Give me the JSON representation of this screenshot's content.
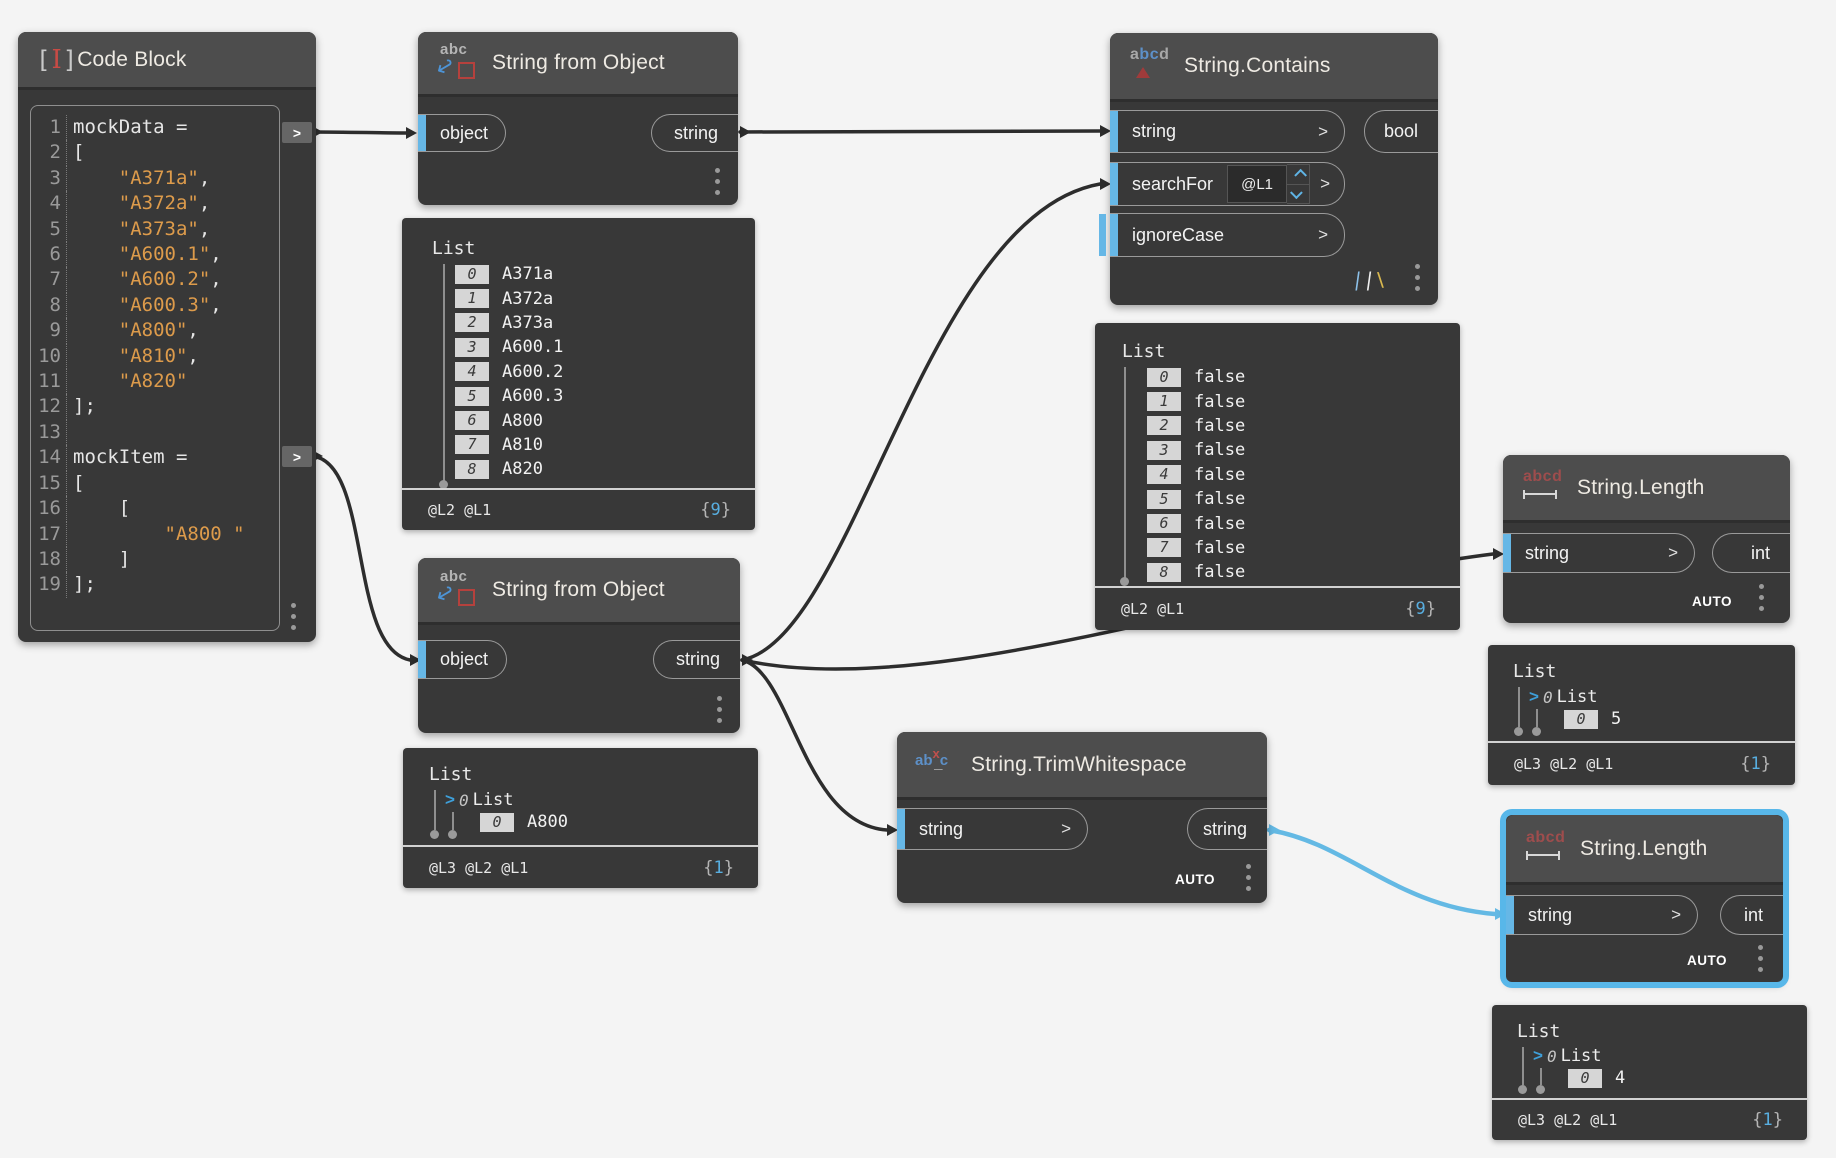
{
  "ui": {
    "chevron": ">",
    "list_label": "List",
    "open_brace": "{",
    "close_brace": "}"
  },
  "nodes": {
    "code_block": {
      "title": "Code Block",
      "icon_left": "[",
      "icon_mid": "I",
      "icon_right": "]",
      "out_button": ">",
      "code_lines": [
        {
          "n": "1",
          "parts": [
            {
              "t": "mockData =",
              "c": "plain"
            }
          ]
        },
        {
          "n": "2",
          "parts": [
            {
              "t": "[",
              "c": "plain"
            }
          ]
        },
        {
          "n": "3",
          "parts": [
            {
              "t": "    ",
              "c": "plain"
            },
            {
              "t": "\"A371a\"",
              "c": "string"
            },
            {
              "t": ",",
              "c": "plain"
            }
          ]
        },
        {
          "n": "4",
          "parts": [
            {
              "t": "    ",
              "c": "plain"
            },
            {
              "t": "\"A372a\"",
              "c": "string"
            },
            {
              "t": ",",
              "c": "plain"
            }
          ]
        },
        {
          "n": "5",
          "parts": [
            {
              "t": "    ",
              "c": "plain"
            },
            {
              "t": "\"A373a\"",
              "c": "string"
            },
            {
              "t": ",",
              "c": "plain"
            }
          ]
        },
        {
          "n": "6",
          "parts": [
            {
              "t": "    ",
              "c": "plain"
            },
            {
              "t": "\"A600.1\"",
              "c": "string"
            },
            {
              "t": ",",
              "c": "plain"
            }
          ]
        },
        {
          "n": "7",
          "parts": [
            {
              "t": "    ",
              "c": "plain"
            },
            {
              "t": "\"A600.2\"",
              "c": "string"
            },
            {
              "t": ",",
              "c": "plain"
            }
          ]
        },
        {
          "n": "8",
          "parts": [
            {
              "t": "    ",
              "c": "plain"
            },
            {
              "t": "\"A600.3\"",
              "c": "string"
            },
            {
              "t": ",",
              "c": "plain"
            }
          ]
        },
        {
          "n": "9",
          "parts": [
            {
              "t": "    ",
              "c": "plain"
            },
            {
              "t": "\"A800\"",
              "c": "string"
            },
            {
              "t": ",",
              "c": "plain"
            }
          ]
        },
        {
          "n": "10",
          "parts": [
            {
              "t": "    ",
              "c": "plain"
            },
            {
              "t": "\"A810\"",
              "c": "string"
            },
            {
              "t": ",",
              "c": "plain"
            }
          ]
        },
        {
          "n": "11",
          "parts": [
            {
              "t": "    ",
              "c": "plain"
            },
            {
              "t": "\"A820\"",
              "c": "string"
            }
          ]
        },
        {
          "n": "12",
          "parts": [
            {
              "t": "];",
              "c": "plain"
            }
          ]
        },
        {
          "n": "13",
          "parts": []
        },
        {
          "n": "14",
          "parts": [
            {
              "t": "mockItem =",
              "c": "plain"
            }
          ]
        },
        {
          "n": "15",
          "parts": [
            {
              "t": "[",
              "c": "plain"
            }
          ]
        },
        {
          "n": "16",
          "parts": [
            {
              "t": "    [",
              "c": "plain"
            }
          ]
        },
        {
          "n": "17",
          "parts": [
            {
              "t": "        ",
              "c": "plain"
            },
            {
              "t": "\"A800 \"",
              "c": "string"
            }
          ]
        },
        {
          "n": "18",
          "parts": [
            {
              "t": "    ]",
              "c": "plain"
            }
          ]
        },
        {
          "n": "19",
          "parts": [
            {
              "t": "];",
              "c": "plain"
            }
          ]
        }
      ]
    },
    "sfo1": {
      "title": "String from Object",
      "icon_text": "abc",
      "input": "object",
      "output": "string"
    },
    "sfo2": {
      "title": "String from Object",
      "icon_text": "abc",
      "input": "object",
      "output": "string"
    },
    "contains": {
      "title": "String.Contains",
      "icon_a": "a",
      "icon_b": "b",
      "icon_c": "c",
      "icon_d": "d",
      "in_string": "string",
      "in_search": "searchFor",
      "search_value": "@L1",
      "in_ignore": "ignoreCase",
      "output": "bool",
      "lacing_bar1": "|",
      "lacing_bar2": "|",
      "lacing_slash": "\\"
    },
    "length1": {
      "title": "String.Length",
      "icon_text": "abcd",
      "input": "string",
      "output": "int",
      "footer": "AUTO"
    },
    "length2": {
      "title": "String.Length",
      "icon_text": "abcd",
      "input": "string",
      "output": "int",
      "footer": "AUTO"
    },
    "trim": {
      "title": "String.TrimWhitespace",
      "icon_ab": "ab",
      "icon_x": "x",
      "icon_c": "c",
      "icon_underscore": "_",
      "input": "string",
      "output": "string",
      "footer": "AUTO"
    }
  },
  "bubbles": {
    "b1": {
      "root": "List",
      "rows": [
        {
          "i": "0",
          "v": "A371a"
        },
        {
          "i": "1",
          "v": "A372a"
        },
        {
          "i": "2",
          "v": "A373a"
        },
        {
          "i": "3",
          "v": "A600.1"
        },
        {
          "i": "4",
          "v": "A600.2"
        },
        {
          "i": "5",
          "v": "A600.3"
        },
        {
          "i": "6",
          "v": "A800"
        },
        {
          "i": "7",
          "v": "A810"
        },
        {
          "i": "8",
          "v": "A820"
        }
      ],
      "levels": "@L2 @L1",
      "count": "9"
    },
    "b_false": {
      "root": "List",
      "rows": [
        {
          "i": "0",
          "v": "false"
        },
        {
          "i": "1",
          "v": "false"
        },
        {
          "i": "2",
          "v": "false"
        },
        {
          "i": "3",
          "v": "false"
        },
        {
          "i": "4",
          "v": "false"
        },
        {
          "i": "5",
          "v": "false"
        },
        {
          "i": "6",
          "v": "false"
        },
        {
          "i": "7",
          "v": "false"
        },
        {
          "i": "8",
          "v": "false"
        }
      ],
      "levels": "@L2 @L1",
      "count": "9"
    },
    "b_a800": {
      "root": "List",
      "child_chevron": ">",
      "child_index": "0",
      "child_label": "List",
      "leaf_index": "0",
      "leaf_value": "A800",
      "levels": "@L3 @L2 @L1",
      "count": "1"
    },
    "b_5": {
      "root": "List",
      "child_chevron": ">",
      "child_index": "0",
      "child_label": "List",
      "leaf_index": "0",
      "leaf_value": "5",
      "levels": "@L3 @L2 @L1",
      "count": "1"
    },
    "b_4": {
      "root": "List",
      "child_chevron": ">",
      "child_index": "0",
      "child_label": "List",
      "leaf_index": "0",
      "leaf_value": "4",
      "levels": "@L3 @L2 @L1",
      "count": "1"
    }
  }
}
